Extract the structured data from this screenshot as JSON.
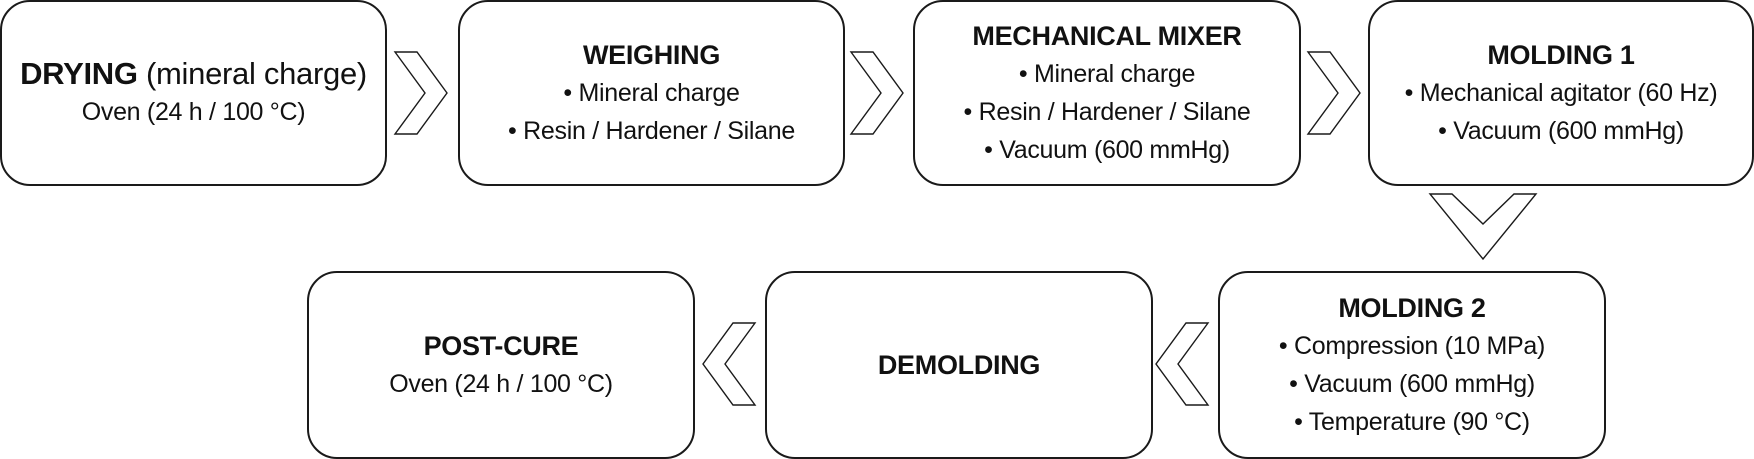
{
  "drying": {
    "title": "DRYING",
    "title_rest": " (mineral charge)",
    "lines": [
      "Oven (24 h / 100 °C)"
    ]
  },
  "weighing": {
    "title": "WEIGHING",
    "lines": [
      "• Mineral charge",
      "• Resin / Hardener / Silane"
    ]
  },
  "mixer": {
    "title": "MECHANICAL MIXER",
    "lines": [
      "• Mineral charge",
      "• Resin / Hardener / Silane",
      "• Vacuum (600 mmHg)"
    ]
  },
  "molding1": {
    "title": "MOLDING 1",
    "lines": [
      "• Mechanical agitator (60 Hz)",
      "• Vacuum (600 mmHg)"
    ]
  },
  "molding2": {
    "title": "MOLDING 2",
    "lines": [
      "• Compression (10 MPa)",
      "• Vacuum (600 mmHg)",
      "• Temperature (90 °C)"
    ]
  },
  "demolding": {
    "title": "DEMOLDING"
  },
  "postcure": {
    "title": "POST-CURE",
    "lines": [
      "Oven (24 h / 100 °C)"
    ]
  }
}
